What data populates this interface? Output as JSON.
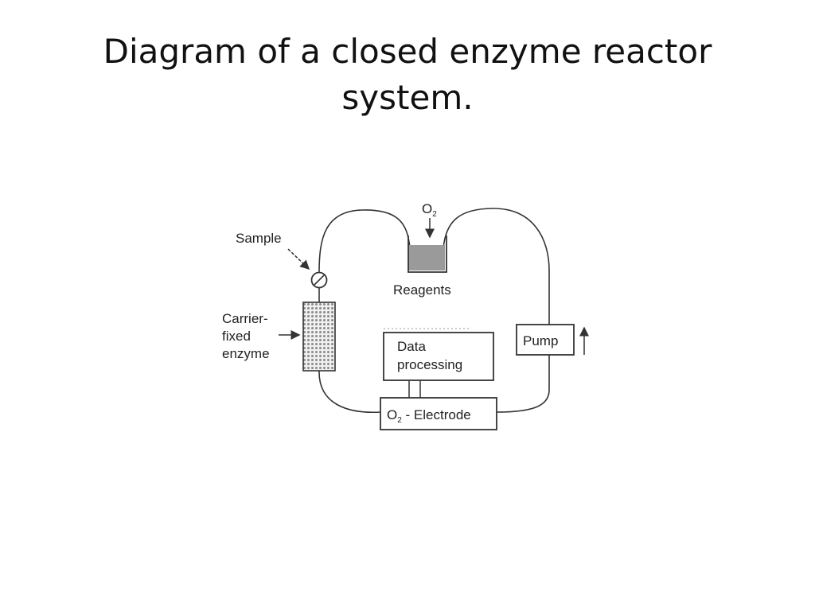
{
  "slide": {
    "title_line1": "Diagram of a closed enzyme reactor",
    "title_line2": "system."
  },
  "diagram": {
    "labels": {
      "sample": "Sample",
      "o2_symbol": "O",
      "o2_subscript": "2",
      "reagents": "Reagents",
      "carrier_line1": "Carrier-",
      "carrier_line2": "fixed",
      "carrier_line3": "enzyme",
      "data_line1": "Data",
      "data_line2": "processing",
      "pump": "Pump",
      "electrode_o": "O",
      "electrode_sub": "2",
      "electrode_rest": " - Electrode"
    },
    "colors": {
      "line": "#333333",
      "reagent_fill": "#9a9a9a",
      "column_dots": "#8a8a8a"
    }
  }
}
